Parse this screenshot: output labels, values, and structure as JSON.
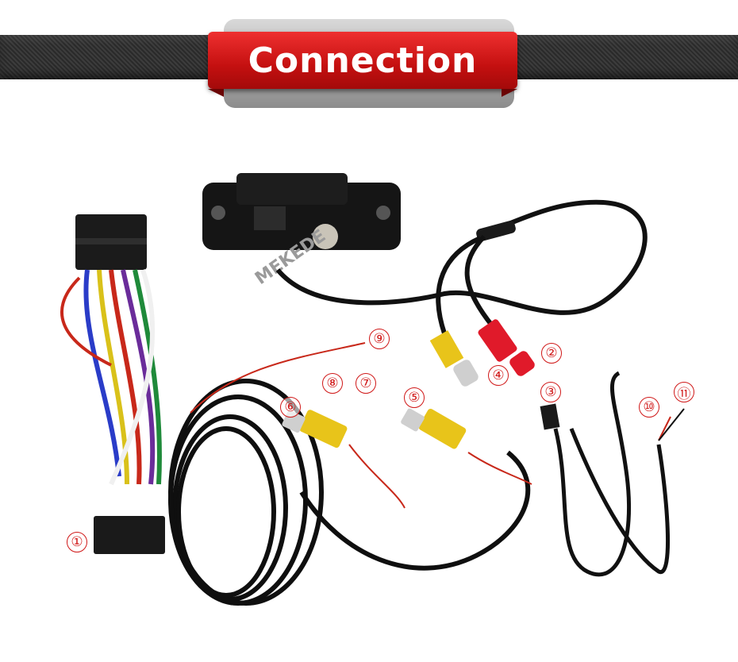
{
  "banner": {
    "title": "Connection"
  },
  "watermark": "MEKEDE",
  "labels": [
    "①",
    "②",
    "③",
    "④",
    "⑤",
    "⑥",
    "⑦",
    "⑧",
    "⑨",
    "⑩",
    "⑪"
  ],
  "colors": {
    "banner_red": "#d41818",
    "label_red": "#d01818",
    "rca_yellow": "#e8c41a",
    "rca_red": "#e01a2a"
  }
}
